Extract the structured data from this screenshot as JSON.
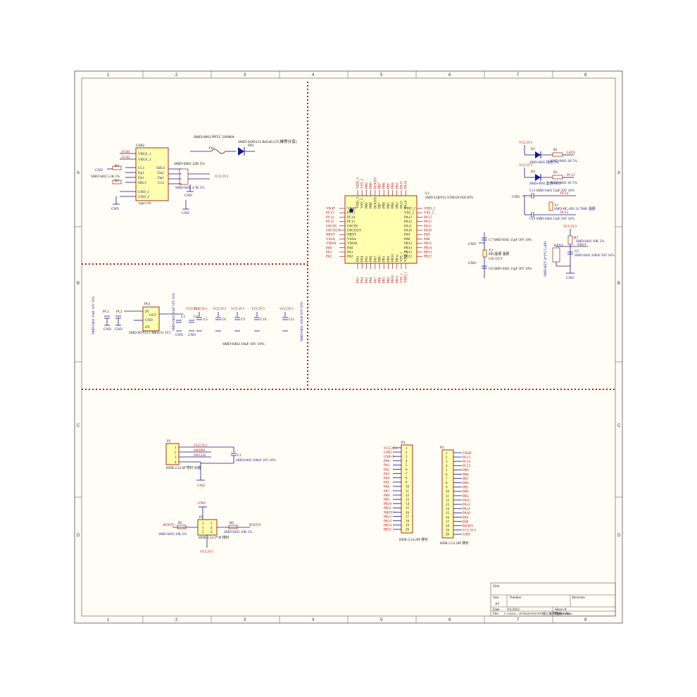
{
  "frame": {
    "col_labels": [
      "1",
      "2",
      "3",
      "4",
      "5",
      "6",
      "7",
      "8"
    ],
    "row_labels": [
      "A",
      "B",
      "C",
      "D"
    ]
  },
  "usb": {
    "designator": "USB2",
    "part_label": "type-c16",
    "pins_left": [
      "VBUS_1",
      "VBUS_2",
      "CC1",
      "Dp1",
      "Dn1",
      "SBU1",
      "GND_1",
      "GND_2"
    ],
    "pins_right": [
      "SBU2",
      "Dn2",
      "Dp2",
      "CC2"
    ],
    "net_left": [
      "3V3O",
      "5V3O"
    ],
    "res_labels": [
      "R2",
      "R3"
    ],
    "res_value": "SMD 0402 5.1K 5%",
    "diode_label": "SMD-0402 22R 5%",
    "fuse_label": "SMD-0603 PPTC 500MA",
    "diode2_label": "SMD-SOD123 B4540 (5V,推荐分享)",
    "ref_d": "PD1",
    "ref_f": "TX1",
    "vcc": "VCC3V3",
    "res_r4": "SMD-0402 4.7K 5%",
    "gnd": "GND"
  },
  "mcu": {
    "designator": "U1",
    "part": "SMD-LQFP32 STM32F103C8T6",
    "left_pins": [
      "VBAT",
      "PC13",
      "PC14",
      "PC15",
      "OSCIN",
      "OSCOUT",
      "NRST",
      "VSSA",
      "VDDA",
      "PA0",
      "PA1",
      "PA2"
    ],
    "right_pins": [
      "VDD_2",
      "VSS_2",
      "PA13",
      "PA12",
      "PA11",
      "PA10",
      "PA9",
      "PA8",
      "PB15",
      "PB14",
      "PB13",
      "PB12"
    ],
    "top_pins": [
      "VDD_3",
      "VSS_3",
      "PB9",
      "PB8",
      "BOOT0",
      "PB7",
      "PB6",
      "PB5",
      "PB4",
      "PB3",
      "PA15",
      "PA14"
    ],
    "bottom_pins": [
      "PA3",
      "PA4",
      "PA5",
      "PA6",
      "PA7",
      "PB0",
      "PB1",
      "PB2",
      "PB10",
      "PB11",
      "VSS_1",
      "VDD_1"
    ]
  },
  "leds": {
    "vcc": "VCC3V3",
    "items": [
      {
        "ref": "D1",
        "label": "SMD-0603 绿色 5%",
        "res": "R1",
        "res_label": "SMD-0402 1K 5%",
        "net": "LED1"
      },
      {
        "ref": "D2",
        "label": "SMD-0603 蓝色 LED",
        "res": "R2",
        "res_label": "SMD-0402 1K 5%",
        "net": "PC13"
      }
    ]
  },
  "crystal": {
    "c1": "C13 SMD-0402 15pF 50V 10%",
    "c2": "C12 SMD-0402 15pF 50V 10%",
    "y": "Y1",
    "y_label": "SMD-HC-49S 32.768K 温振",
    "net1": "PC14",
    "net2": "PC15",
    "gnd": "GND"
  },
  "hse": {
    "c1": "C7 SMD-0402 15pF 50V 10%",
    "c2": "C8 SMD-0402 15pF 50V 10%",
    "y": "Y2",
    "y_label": "8M 晶振 温振",
    "net": "OSCOUT",
    "gnd": "GND"
  },
  "reset": {
    "vcc": "VCC3V3",
    "r": "R7",
    "r_label": "SMD-0402 10K 5%",
    "net": "NRST",
    "c": "C2",
    "c_label": "SMD-0402 100nF 50V 10%",
    "sw": "KEY1",
    "sw_label": "SMD-KEY 4*3*2.5 (4P)",
    "gnd": "GND"
  },
  "ldo": {
    "designator": "PU1",
    "pins": [
      "IN",
      "OUT",
      "GND",
      "EN"
    ],
    "part": "SMD-SOT23-5 ME6211 3V3",
    "c_left": [
      "PC1",
      "PC2"
    ],
    "c_left_label": "SMD-0402 10uF 10V 10%",
    "c_right": [
      "C3",
      "C4"
    ],
    "c_right_label": "SMD-0402 10uF 10V 10%"
  },
  "decoupling": {
    "vcc": "VCC3V3",
    "caps": [
      "C5",
      "C6",
      "C9",
      "C10",
      "C11"
    ],
    "label": "SMD-0402 10uF 10V 10%",
    "label2": "SMD-0402 100nF 50V 10%",
    "gnd": "GND"
  },
  "swd": {
    "designator": "P2",
    "part": "HDR-2.54 4P 弯针 90度",
    "nets": [
      "VCC3V3",
      "SWDIO",
      "SWCLK",
      ""
    ],
    "pins": [
      "1",
      "2",
      "3",
      "4"
    ],
    "cap": "C1",
    "cap_label": "SMD-0402 100nF 16V 10%",
    "gnd": "GND"
  },
  "boot": {
    "designator": "P5",
    "pins": [
      "1",
      "2",
      "3",
      "4",
      "5",
      "6"
    ],
    "part": "HDR-2.54 2*3P 排针",
    "left_net": "BOOT1",
    "right_net": "BOOT0",
    "r_left": "R5",
    "r_left_label": "SMD-0402 10K 5%",
    "r_right": "R6",
    "r_right_label": "SMD-0402 10K 5%",
    "gnd": "GND",
    "vcc": "VCC3V3"
  },
  "p4": {
    "designator": "P4",
    "part": "HDR-2.54 20P 排针",
    "nets": [
      "VCC3V3",
      "GND",
      "USB+5",
      "PA0",
      "PA1",
      "PA2",
      "PA3",
      "PA4",
      "PA5",
      "PA6",
      "PA7",
      "PB0",
      "PB1",
      "PB10",
      "PB11",
      "NRST",
      "PB12",
      "PB13",
      "PB14",
      "PB15"
    ],
    "pins": [
      "1",
      "2",
      "3",
      "4",
      "5",
      "6",
      "7",
      "8",
      "9",
      "10",
      "11",
      "12",
      "13",
      "14",
      "15",
      "16",
      "17",
      "18",
      "19",
      "20"
    ]
  },
  "p3": {
    "designator": "P3",
    "part": "HDR-2.54 20P 排针",
    "nets": [
      "VBAT",
      "PC13",
      "PC14",
      "PC15",
      "PB9",
      "PB8",
      "PB7",
      "PB6",
      "PB5",
      "PB4",
      "PB3",
      "PA15",
      "PA12",
      "PA11",
      "PA10",
      "PA9",
      "PA8",
      "RESET",
      "VCC3V3",
      "GND"
    ],
    "pins": [
      "1",
      "2",
      "3",
      "4",
      "5",
      "6",
      "7",
      "8",
      "9",
      "10",
      "11",
      "12",
      "13",
      "14",
      "15",
      "16",
      "17",
      "18",
      "19",
      "20"
    ]
  },
  "title_block": {
    "title_lbl": "Title",
    "size_lbl": "Size",
    "size_val": "A3",
    "number_lbl": "Number",
    "revision_lbl": "Revision",
    "date_lbl": "Date",
    "date_val": "9/2/2023",
    "file_lbl": "File",
    "file_val": "C:\\Users\\...\\STM32F103C8T6核心板原理图.SchDoc",
    "sheet_lbl": "Sheet of",
    "drawn_lbl": "Drawn By:"
  }
}
